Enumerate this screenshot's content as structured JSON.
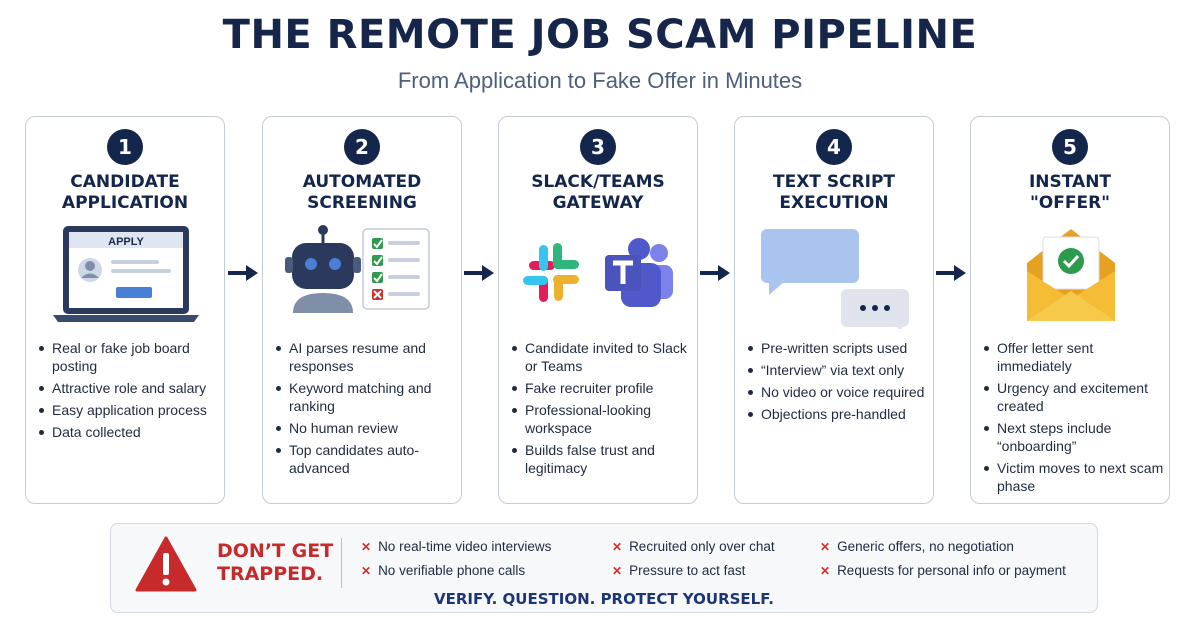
{
  "header": {
    "title": "THE REMOTE JOB SCAM PIPELINE",
    "subtitle": "From Application to Fake Offer in Minutes"
  },
  "colors": {
    "navy": "#14264c",
    "accent_blue": "#4a7fd6",
    "warning_red": "#c62a2a",
    "success_green": "#2e9a4d",
    "envelope_yellow": "#f4bd35"
  },
  "steps": [
    {
      "number": "1",
      "title_line1": "CANDIDATE",
      "title_line2": "APPLICATION",
      "icon": "laptop-application-icon",
      "apply_label": "APPLY",
      "bullets": [
        "Real or fake job board posting",
        "Attractive role and salary",
        "Easy application process",
        "Data collected"
      ]
    },
    {
      "number": "2",
      "title_line1": "AUTOMATED",
      "title_line2": "SCREENING",
      "icon": "robot-checklist-icon",
      "bullets": [
        "AI parses resume and responses",
        "Keyword matching and ranking",
        "No human review",
        "Top candidates auto-advanced"
      ]
    },
    {
      "number": "3",
      "title_line1": "SLACK/TEAMS",
      "title_line2": "GATEWAY",
      "icon": "slack-teams-icon",
      "bullets": [
        "Candidate invited to Slack or Teams",
        "Fake recruiter profile",
        "Professional-looking workspace",
        "Builds false trust and legitimacy"
      ]
    },
    {
      "number": "4",
      "title_line1": "TEXT SCRIPT",
      "title_line2": "EXECUTION",
      "icon": "chat-bubbles-icon",
      "bullets": [
        "Pre-written scripts used",
        "“Interview” via text only",
        "No video or voice required",
        "Objections pre-handled"
      ]
    },
    {
      "number": "5",
      "title_line1": "INSTANT",
      "title_line2": "\"OFFER\"",
      "icon": "envelope-check-icon",
      "bullets": [
        "Offer letter sent immediately",
        "Urgency and excitement created",
        "Next steps include “onboarding”",
        "Victim moves to next scam phase"
      ]
    }
  ],
  "warning": {
    "icon": "warning-triangle-icon",
    "line1": "DON’T GET",
    "line2": "TRAPPED.",
    "items": [
      "No real-time video interviews",
      "Recruited only over chat",
      "Generic offers, no negotiation",
      "No verifiable phone calls",
      "Pressure to act fast",
      "Requests for personal info or payment"
    ],
    "tagline": "VERIFY. QUESTION. PROTECT YOURSELF."
  }
}
